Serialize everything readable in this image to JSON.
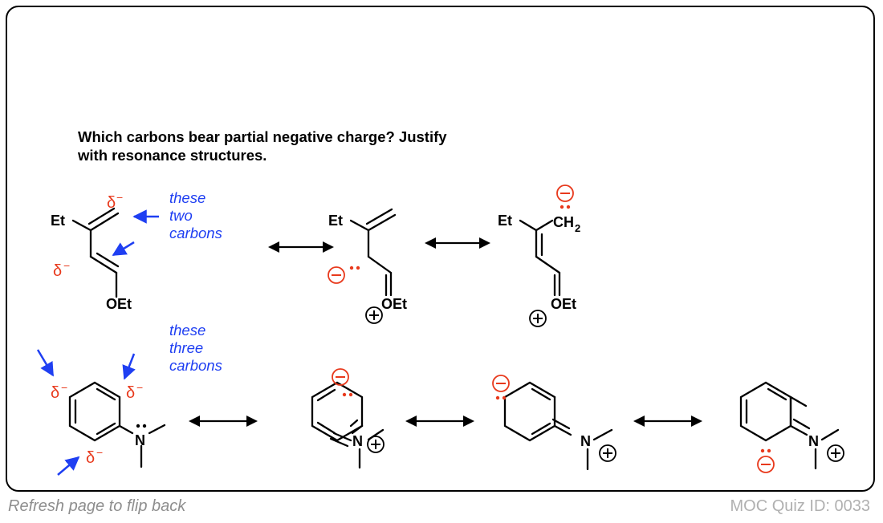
{
  "question": {
    "line1": "Which carbons bear partial negative charge? Justify",
    "line2": "with resonance structures."
  },
  "labels": {
    "et": "Et",
    "oet": "OEt",
    "ch2": "CH",
    "ch2_sub": "2",
    "n": "N",
    "delta": "δ",
    "minus": "−",
    "plus": "+"
  },
  "annotations": {
    "top": [
      "these",
      "two",
      "carbons"
    ],
    "bottom": [
      "these",
      "three",
      "carbons"
    ]
  },
  "footer": {
    "left": "Refresh page to flip back",
    "right": "MOC Quiz ID: 0033"
  },
  "colors": {
    "charge": "#e8391c",
    "annotation": "#1f3ff2",
    "footer_left": "#8e8e8e",
    "footer_right": "#b0b0b0"
  },
  "icons": [
    "resonance-arrow-icon",
    "blue-pointer-arrow-icon",
    "plus-charge-icon",
    "minus-charge-icon",
    "lone-pair-icon"
  ]
}
